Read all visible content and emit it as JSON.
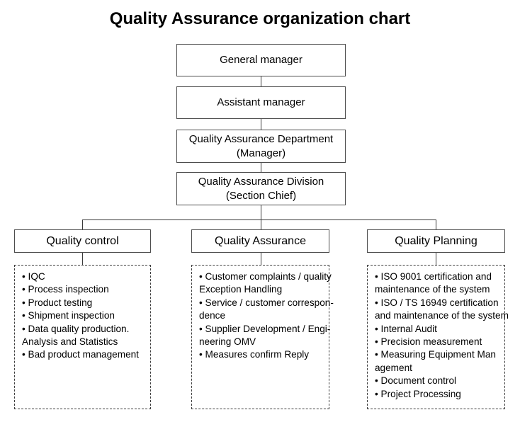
{
  "title": "Quality Assurance organization chart",
  "chain": [
    {
      "lines": [
        "General manager"
      ]
    },
    {
      "lines": [
        "Assistant manager"
      ]
    },
    {
      "lines": [
        "Quality Assurance Department",
        "(Manager)"
      ]
    },
    {
      "lines": [
        "Quality Assurance Division",
        "(Section Chief)"
      ]
    }
  ],
  "branches": [
    {
      "label": "Quality control",
      "lines": [
        "• IQC",
        "• Process inspection",
        "• Product testing",
        "• Shipment inspection",
        "• Data quality production.",
        "Analysis and Statistics",
        "• Bad product management"
      ]
    },
    {
      "label": "Quality Assurance",
      "lines": [
        "• Customer complaints / quality",
        "Exception Handling",
        "• Service / customer correspon-",
        "dence",
        "• Supplier Development / Engi-",
        "neering OMV",
        "• Measures confirm Reply"
      ]
    },
    {
      "label": "Quality Planning",
      "lines": [
        "• ISO 9001 certification and",
        "maintenance of the system",
        "• ISO / TS 16949 certification",
        "and maintenance of the system",
        "• Internal Audit",
        "• Precision measurement",
        "• Measuring Equipment Man",
        "agement",
        "• Document control",
        "• Project Processing"
      ]
    }
  ],
  "colors": {
    "background": "#ffffff",
    "text": "#000000",
    "box_border": "#4d4d4d",
    "dashed_border": "#3c3c3c",
    "connector": "#3a3a3a"
  }
}
